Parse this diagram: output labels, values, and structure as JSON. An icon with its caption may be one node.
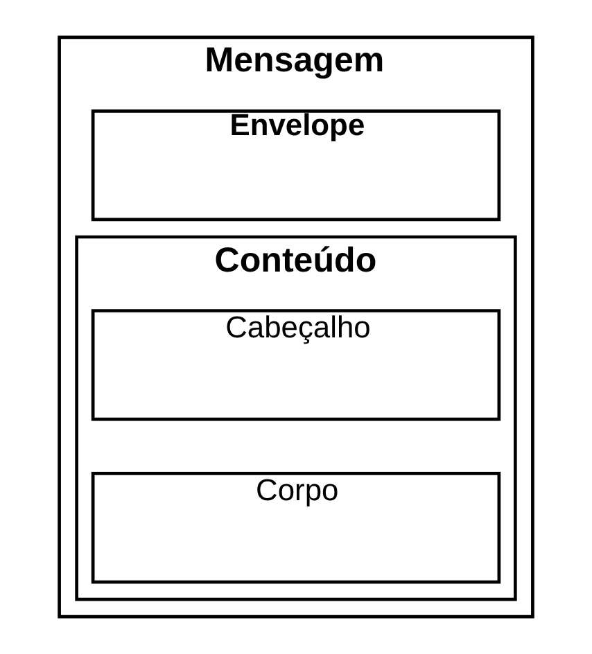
{
  "diagram": {
    "nodes": [
      {
        "text": [
          "Mensagem"
        ]
      },
      {
        "text": [
          "Envelope"
        ],
        "in": 0
      },
      {
        "text": [
          "Conteúdo"
        ],
        "in": 0
      },
      {
        "text": [
          "Cabeçalho"
        ],
        "in": 2
      },
      {
        "text": [
          "Corpo"
        ],
        "in": 2
      }
    ],
    "edges": []
  }
}
